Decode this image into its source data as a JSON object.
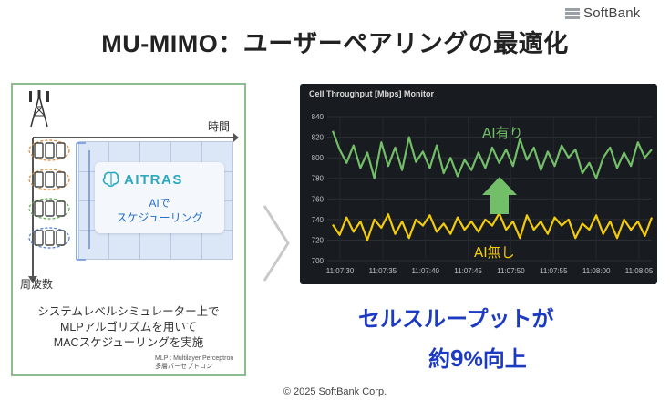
{
  "brand": {
    "name": "SoftBank"
  },
  "title": "MU-MIMO：ユーザーペアリングの最適化",
  "left_panel": {
    "time_label": "時間",
    "freq_label": "周波数",
    "aitras_logo": "AITRAS",
    "ai_line1": "AIで",
    "ai_line2": "スケジューリング",
    "description": [
      "システムレベルシミュレーター上で",
      "MLPアルゴリズムを用いて",
      "MACスケジューリングを実施"
    ],
    "footnote": [
      "MLP : Multilayer Perceptron",
      "多層パーセプトロン"
    ]
  },
  "colors": {
    "green_series": "#73bf69",
    "yellow_series": "#f2cc0c",
    "monitor_bg": "#181b1f",
    "result_text": "#1d3ac2",
    "aitras": "#2aa9bf",
    "panel_border": "#8fbc8f"
  },
  "chart_data": {
    "type": "line",
    "title": "Cell Throughput [Mbps] Monitor",
    "ylim": [
      700,
      840
    ],
    "y_ticks": [
      "840",
      "820",
      "800",
      "780",
      "760",
      "740",
      "720",
      "700"
    ],
    "x_ticks": [
      "11:07:30",
      "11:07:35",
      "11:07:40",
      "11:07:45",
      "11:07:50",
      "11:07:55",
      "11:08:00",
      "11:08:05"
    ],
    "series": [
      {
        "name": "AI有り",
        "color": "#73bf69",
        "values": [
          826,
          808,
          795,
          812,
          790,
          805,
          780,
          815,
          792,
          810,
          788,
          820,
          796,
          806,
          790,
          812,
          785,
          800,
          782,
          798,
          788,
          805,
          790,
          810,
          795,
          808,
          792,
          818,
          798,
          810,
          788,
          806,
          792,
          812,
          800,
          808,
          785,
          795,
          780,
          800,
          810,
          790,
          805,
          792,
          815,
          800,
          808
        ]
      },
      {
        "name": "AI無し",
        "color": "#f2cc0c",
        "values": [
          735,
          725,
          742,
          728,
          738,
          720,
          740,
          732,
          745,
          726,
          738,
          722,
          740,
          734,
          744,
          728,
          736,
          726,
          742,
          730,
          738,
          728,
          740,
          734,
          746,
          730,
          738,
          722,
          744,
          730,
          738,
          726,
          742,
          734,
          740,
          722,
          736,
          730,
          744,
          726,
          738,
          722,
          740,
          730,
          738,
          724,
          742
        ]
      }
    ],
    "annotations": {
      "improvement_arrow": "up-arrow"
    }
  },
  "results": {
    "line1": "セルスループットが",
    "line2_prefix": "約",
    "line2_big": "9",
    "line2_suffix": "%向上"
  },
  "copyright": "© 2025 SoftBank Corp."
}
